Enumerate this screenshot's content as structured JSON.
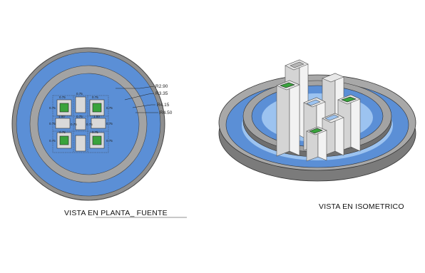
{
  "plan_view": {
    "caption": "VISTA EN PLANTA_ FUENTE",
    "radii": [
      "R2.90",
      "R3.35",
      "R4.15",
      "R4.50"
    ],
    "dimensions": [
      "0.75",
      "0.75",
      "0.75",
      "0.75",
      "0.75",
      "1.00",
      "0.75",
      "1.00",
      "0.75",
      "0.75",
      "0.75",
      "0.75",
      "0.75",
      "0.75",
      "0.75",
      "0.75"
    ]
  },
  "iso_view": {
    "caption": "VISTA EN ISOMETRICO"
  },
  "colors": {
    "water": "#5b8fd6",
    "water_light": "#9cc3f0",
    "ring": "#a3a3a3",
    "ring_dark": "#6f6f6f",
    "planter": "#3aa33d",
    "column": "#e6e6e6"
  }
}
